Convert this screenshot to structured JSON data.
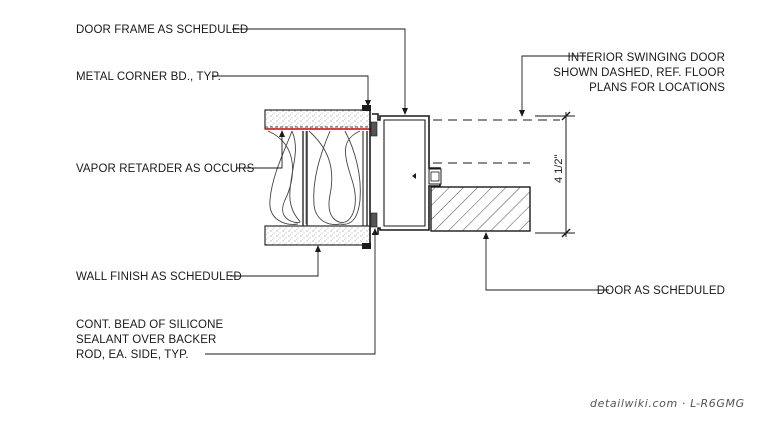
{
  "labels": {
    "door_frame": "DOOR FRAME AS SCHEDULED",
    "metal_corner": "METAL CORNER BD., TYP.",
    "interior_door_l1": "INTERIOR SWINGING DOOR",
    "interior_door_l2": "SHOWN DASHED, REF. FLOOR",
    "interior_door_l3": "PLANS FOR LOCATIONS",
    "vapor_retarder": "VAPOR RETARDER AS OCCURS",
    "wall_finish": "WALL FINISH AS SCHEDULED",
    "door": "DOOR AS SCHEDULED",
    "sealant_l1": "CONT. BEAD OF SILICONE",
    "sealant_l2": "SEALANT OVER BACKER",
    "sealant_l3": "ROD, EA. SIDE, TYP."
  },
  "dimension": "4 1/2\"",
  "watermark": "detailwiki.com · L-R6GMG",
  "colors": {
    "line": "#1a1a1a",
    "vapor_retarder": "#cc1111",
    "insulation": "#444444",
    "finish_stipple": "#777777"
  }
}
